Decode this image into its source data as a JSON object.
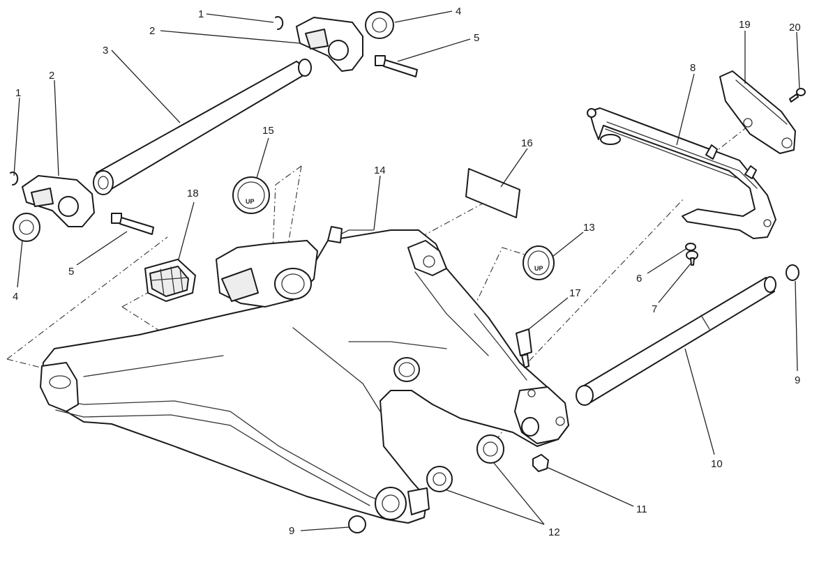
{
  "diagram": {
    "callouts": [
      "1",
      "2",
      "3",
      "4",
      "5",
      "6",
      "7",
      "8",
      "9",
      "10",
      "11",
      "12",
      "13",
      "14",
      "15",
      "16",
      "17",
      "18",
      "19",
      "20"
    ],
    "stamp_text": "UP"
  }
}
